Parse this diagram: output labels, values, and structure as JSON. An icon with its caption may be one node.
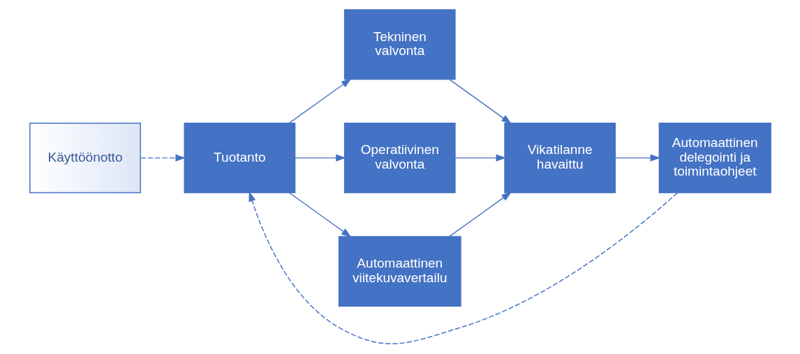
{
  "diagram": {
    "nodes": [
      {
        "text": [
          "Käyttöönotto"
        ]
      },
      {
        "text": [
          "Tuotanto"
        ]
      },
      {
        "text": [
          "Tekninen valvonta"
        ]
      },
      {
        "text": [
          "Operatiivinen valvonta"
        ]
      },
      {
        "text": [
          "Automaattinen viitekuvavertailu"
        ]
      },
      {
        "text": [
          "Vikatilanne havaittu"
        ]
      },
      {
        "text": [
          "Automaattinen delegointi ja toimintaohjeet"
        ]
      }
    ],
    "edges": [
      {
        "from": 0,
        "to": 1,
        "arrow": "to",
        "style": "dashed"
      },
      {
        "from": 1,
        "to": 2,
        "arrow": "to"
      },
      {
        "from": 1,
        "to": 3,
        "arrow": "to"
      },
      {
        "from": 1,
        "to": 4,
        "arrow": "to"
      },
      {
        "from": 2,
        "to": 5,
        "arrow": "to"
      },
      {
        "from": 3,
        "to": 5,
        "arrow": "to"
      },
      {
        "from": 4,
        "to": 5,
        "arrow": "to"
      },
      {
        "from": 5,
        "to": 6,
        "arrow": "to"
      },
      {
        "from": 6,
        "to": 1,
        "arrow": "to",
        "style": "dashed"
      }
    ]
  }
}
